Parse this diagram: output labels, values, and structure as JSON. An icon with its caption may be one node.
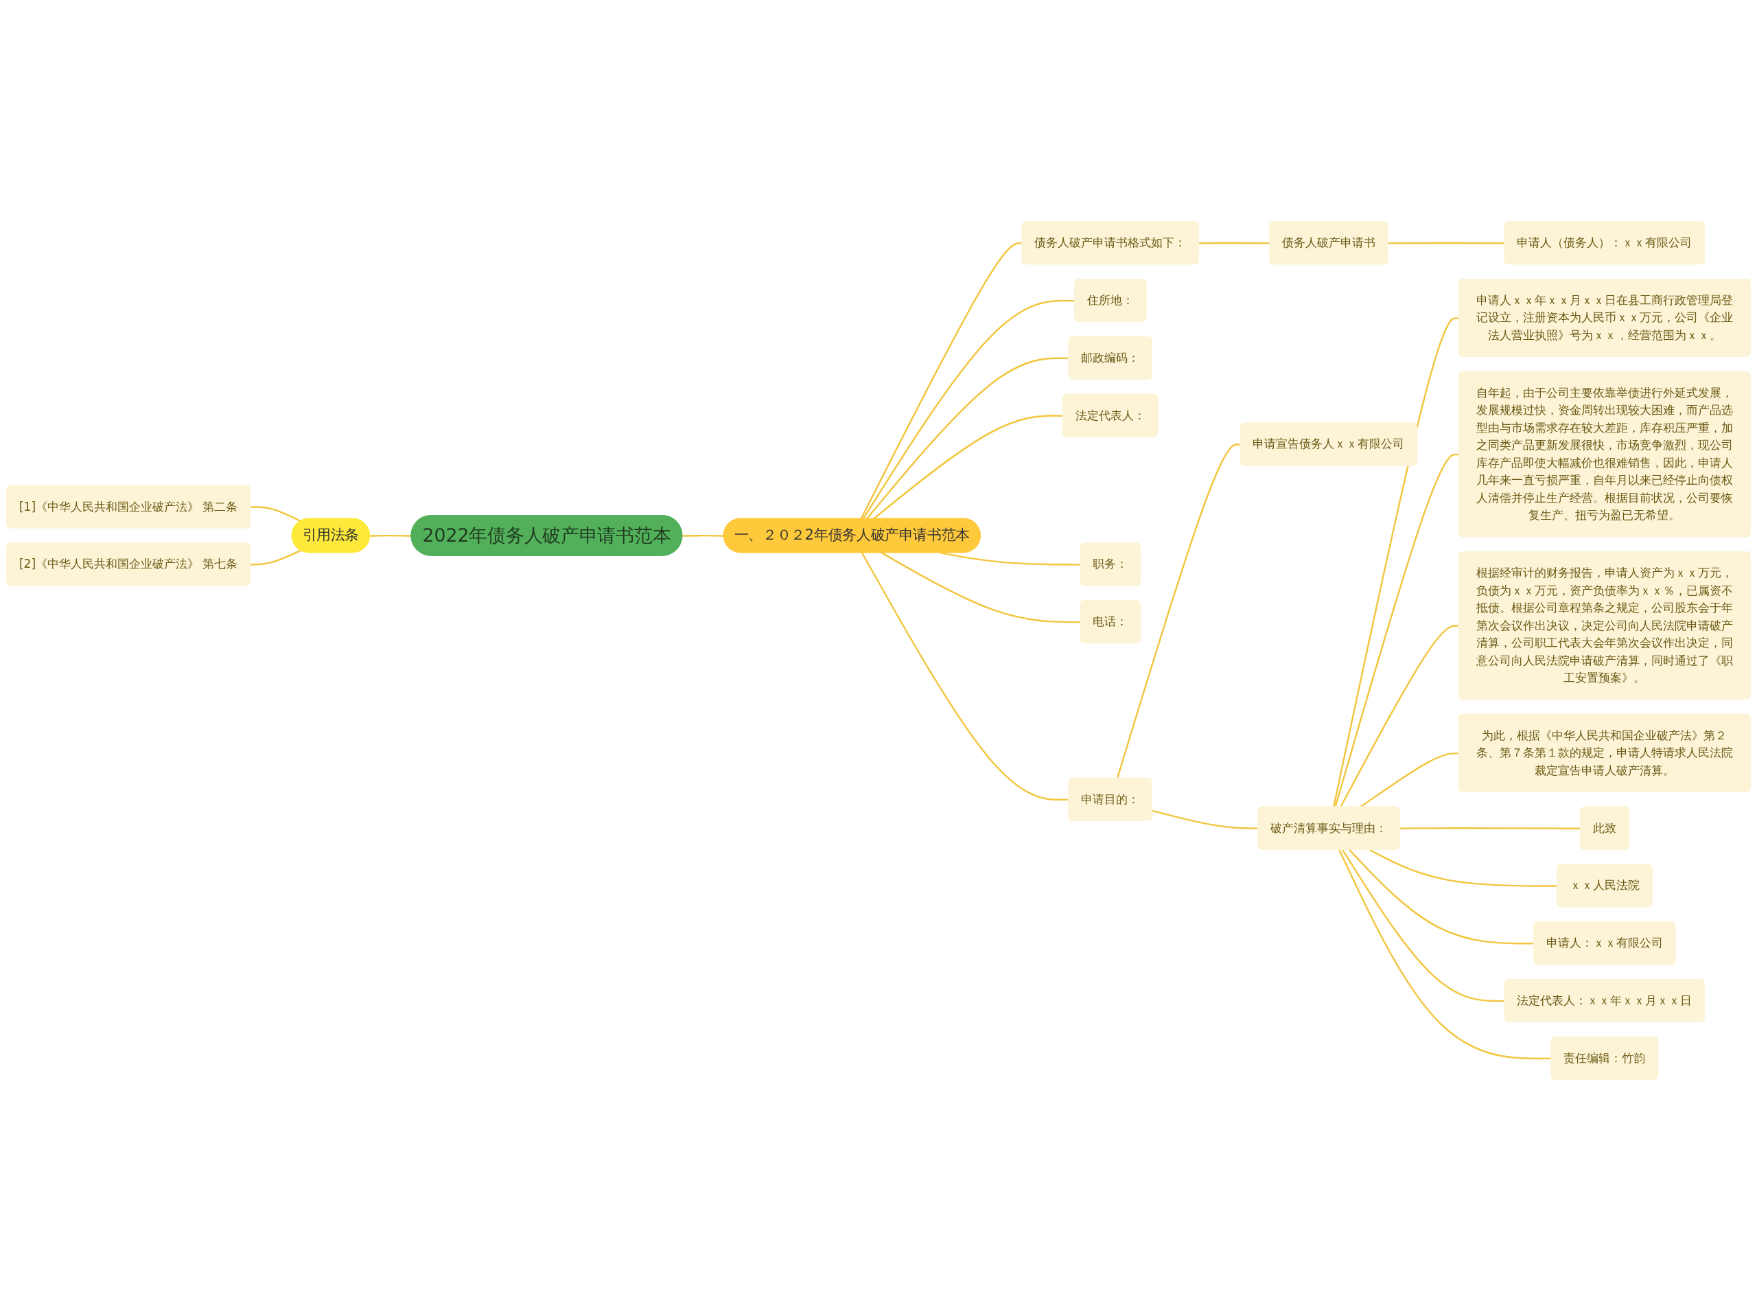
{
  "diagram": {
    "nodes": [
      {
        "text": [
          "2022年债务人破产申请书范本"
        ]
      },
      {
        "text": [
          "引用法条"
        ]
      },
      {
        "text": [
          "[1]《中华人民共和国企业破产法》 第二条"
        ]
      },
      {
        "text": [
          "[2]《中华人民共和国企业破产法》 第七条"
        ]
      },
      {
        "text": [
          "一、２０２2年债务人破产申请书范本"
        ]
      },
      {
        "text": [
          "债务人破产申请书格式如下："
        ]
      },
      {
        "text": [
          "债务人破产申请书"
        ]
      },
      {
        "text": [
          "申请人（债务人）：ｘｘ有限公司"
        ]
      },
      {
        "text": [
          "住所地："
        ]
      },
      {
        "text": [
          "邮政编码："
        ]
      },
      {
        "text": [
          "法定代表人："
        ]
      },
      {
        "text": [
          "职务："
        ]
      },
      {
        "text": [
          "电话："
        ]
      },
      {
        "text": [
          "申请目的："
        ]
      },
      {
        "text": [
          "申请宣告债务人ｘｘ有限公司"
        ]
      },
      {
        "text": [
          "破产清算事实与理由："
        ]
      },
      {
        "text": [
          "申请人ｘｘ年ｘｘ月ｘｘ日在县工商行政管理局登记设立，注册资本为人民币ｘｘ万元，公司《企业法人营业执照》号为ｘｘ，经营范围为ｘｘ。"
        ]
      },
      {
        "text": [
          "自年起，由于公司主要依靠举债进行外延式发展，发展规模过快，资金周转出现较大困难，而产品选型由与市场需求存在较大差距，库存积压严重，加之同类产品更新发展很快，市场竞争激烈，现公司库存产品即使大幅减价也很难销售，因此，申请人几年来一直亏损严重，自年月以来已经停止向债权人清偿并停止生产经营。根据目前状况，公司要恢复生产、扭亏为盈已无希望。"
        ]
      },
      {
        "text": [
          "根据经审计的财务报告，申请人资产为ｘｘ万元，负债为ｘｘ万元，资产负债率为ｘｘ％，已属资不抵债。根据公司章程第条之规定，公司股东会于年第次会议作出决议，决定公司向人民法院申请破产清算，公司职工代表大会年第次会议作出决定，同意公司向人民法院申请破产清算，同时通过了《职工安置预案》。"
        ]
      },
      {
        "text": [
          "为此，根据《中华人民共和国企业破产法》第２条、第７条第１款的规定，申请人特请求人民法院裁定宣告申请人破产清算。"
        ]
      },
      {
        "text": [
          "此致"
        ]
      },
      {
        "text": [
          "ｘｘ人民法院"
        ]
      },
      {
        "text": [
          "申请人：ｘｘ有限公司"
        ]
      },
      {
        "text": [
          "法定代表人：ｘｘ年ｘｘ月ｘｘ日"
        ]
      },
      {
        "text": [
          "责任编辑：竹韵"
        ]
      }
    ],
    "edges": [
      {
        "from": 2,
        "to": 1,
        "arrow": "none"
      },
      {
        "from": 3,
        "to": 1,
        "arrow": "none"
      },
      {
        "from": 1,
        "to": 0,
        "arrow": "none"
      },
      {
        "from": 0,
        "to": 4,
        "arrow": "none"
      },
      {
        "from": 4,
        "to": 5,
        "arrow": "none"
      },
      {
        "from": 5,
        "to": 6,
        "arrow": "none"
      },
      {
        "from": 6,
        "to": 7,
        "arrow": "none"
      },
      {
        "from": 4,
        "to": 8,
        "arrow": "none"
      },
      {
        "from": 4,
        "to": 9,
        "arrow": "none"
      },
      {
        "from": 4,
        "to": 10,
        "arrow": "none"
      },
      {
        "from": 4,
        "to": 11,
        "arrow": "none"
      },
      {
        "from": 4,
        "to": 12,
        "arrow": "none"
      },
      {
        "from": 4,
        "to": 13,
        "arrow": "none"
      },
      {
        "from": 13,
        "to": 14,
        "arrow": "none"
      },
      {
        "from": 13,
        "to": 15,
        "arrow": "none"
      },
      {
        "from": 15,
        "to": 16,
        "arrow": "none"
      },
      {
        "from": 15,
        "to": 17,
        "arrow": "none"
      },
      {
        "from": 15,
        "to": 18,
        "arrow": "none"
      },
      {
        "from": 15,
        "to": 19,
        "arrow": "none"
      },
      {
        "from": 15,
        "to": 20,
        "arrow": "none"
      },
      {
        "from": 15,
        "to": 21,
        "arrow": "none"
      },
      {
        "from": 15,
        "to": 22,
        "arrow": "none"
      },
      {
        "from": 15,
        "to": 23,
        "arrow": "none"
      },
      {
        "from": 15,
        "to": 24,
        "arrow": "none"
      }
    ]
  }
}
